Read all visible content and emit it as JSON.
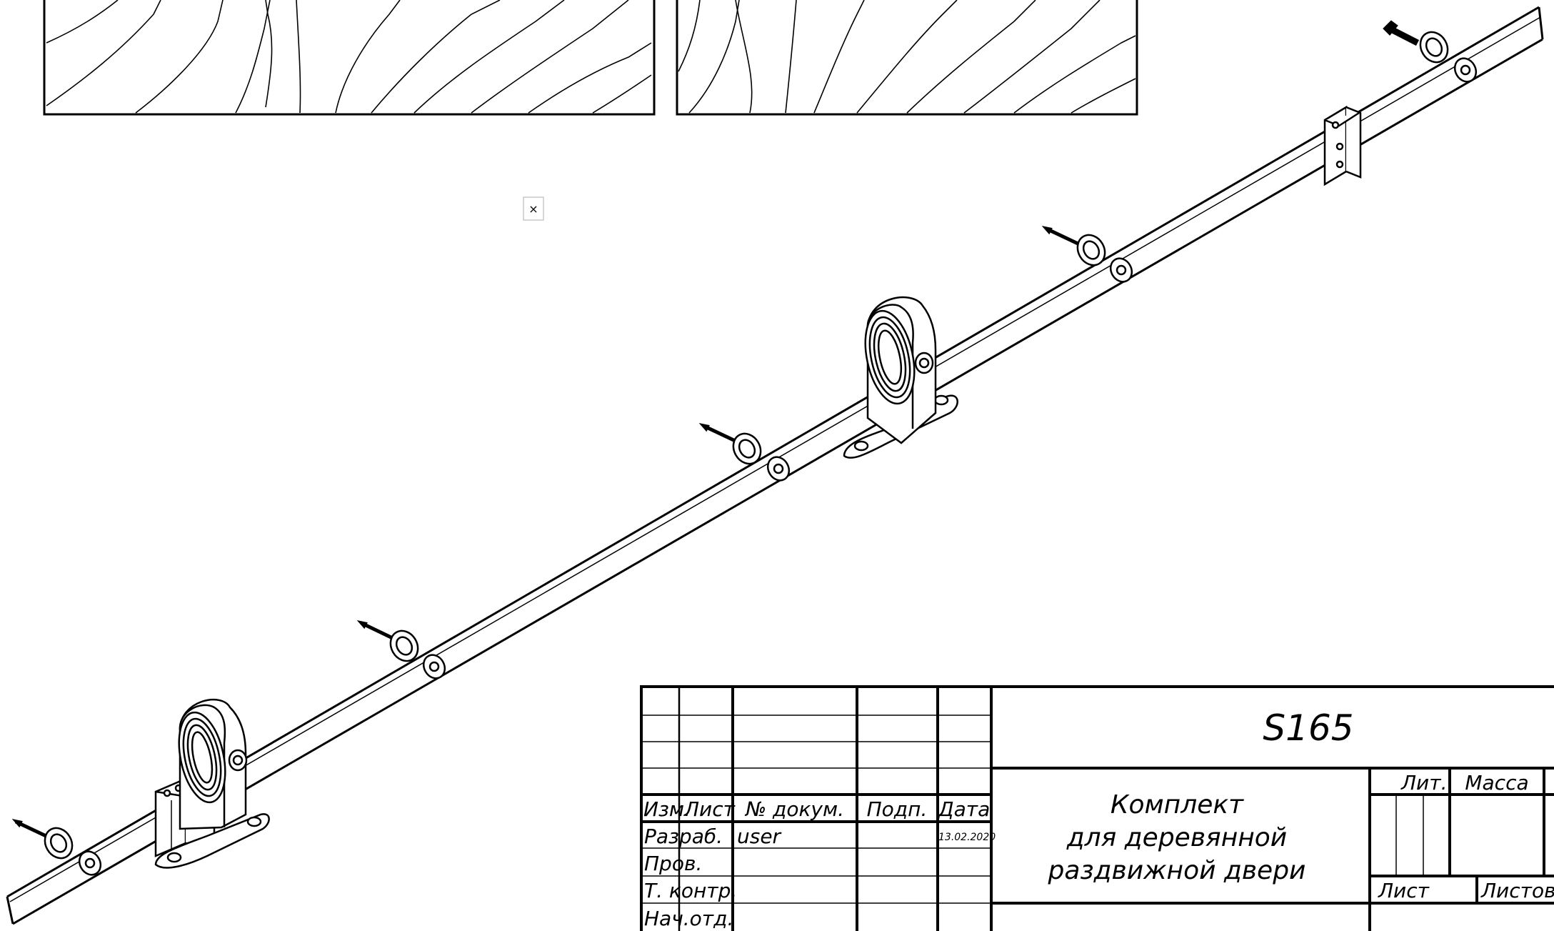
{
  "drawing": {
    "broken_image_glyph": "×"
  },
  "title_block": {
    "designation": "S165",
    "name_lines": [
      "Комплект",
      "для деревянной",
      "раздвижной двери"
    ],
    "headers": {
      "izm": "Изм.",
      "list": "Лист",
      "doc_no": "№ докум.",
      "sign": "Подп.",
      "date": "Дата"
    },
    "roles": [
      "Разраб.",
      "Пров.",
      "Т. контр.",
      "Нач.отд."
    ],
    "developer": "user",
    "date_value": "13.02.2020",
    "lit_label": "Лит.",
    "mass_label": "Масса",
    "sheet_label": "Лист",
    "sheets_label": "Листов"
  }
}
